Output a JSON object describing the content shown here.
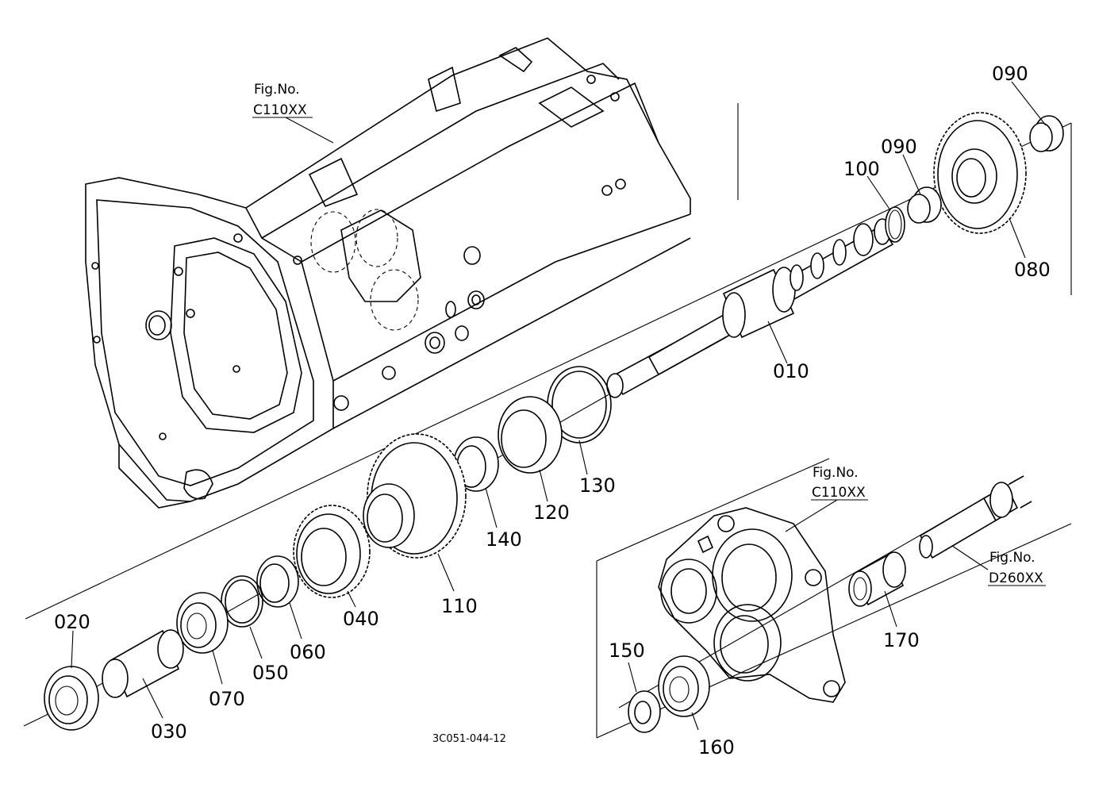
{
  "diagram_code": "3C051-044-12",
  "figure_refs": [
    {
      "no_label": "Fig.No.",
      "code": "C110XX"
    },
    {
      "no_label": "Fig.No.",
      "code": "C110XX"
    },
    {
      "no_label": "Fig.No.",
      "code": "D260XX"
    }
  ],
  "parts": [
    {
      "number": "010"
    },
    {
      "number": "020"
    },
    {
      "number": "030"
    },
    {
      "number": "040"
    },
    {
      "number": "050"
    },
    {
      "number": "060"
    },
    {
      "number": "070"
    },
    {
      "number": "080"
    },
    {
      "number": "090"
    },
    {
      "number": "090"
    },
    {
      "number": "100"
    },
    {
      "number": "110"
    },
    {
      "number": "120"
    },
    {
      "number": "130"
    },
    {
      "number": "140"
    },
    {
      "number": "150"
    },
    {
      "number": "160"
    },
    {
      "number": "170"
    }
  ]
}
